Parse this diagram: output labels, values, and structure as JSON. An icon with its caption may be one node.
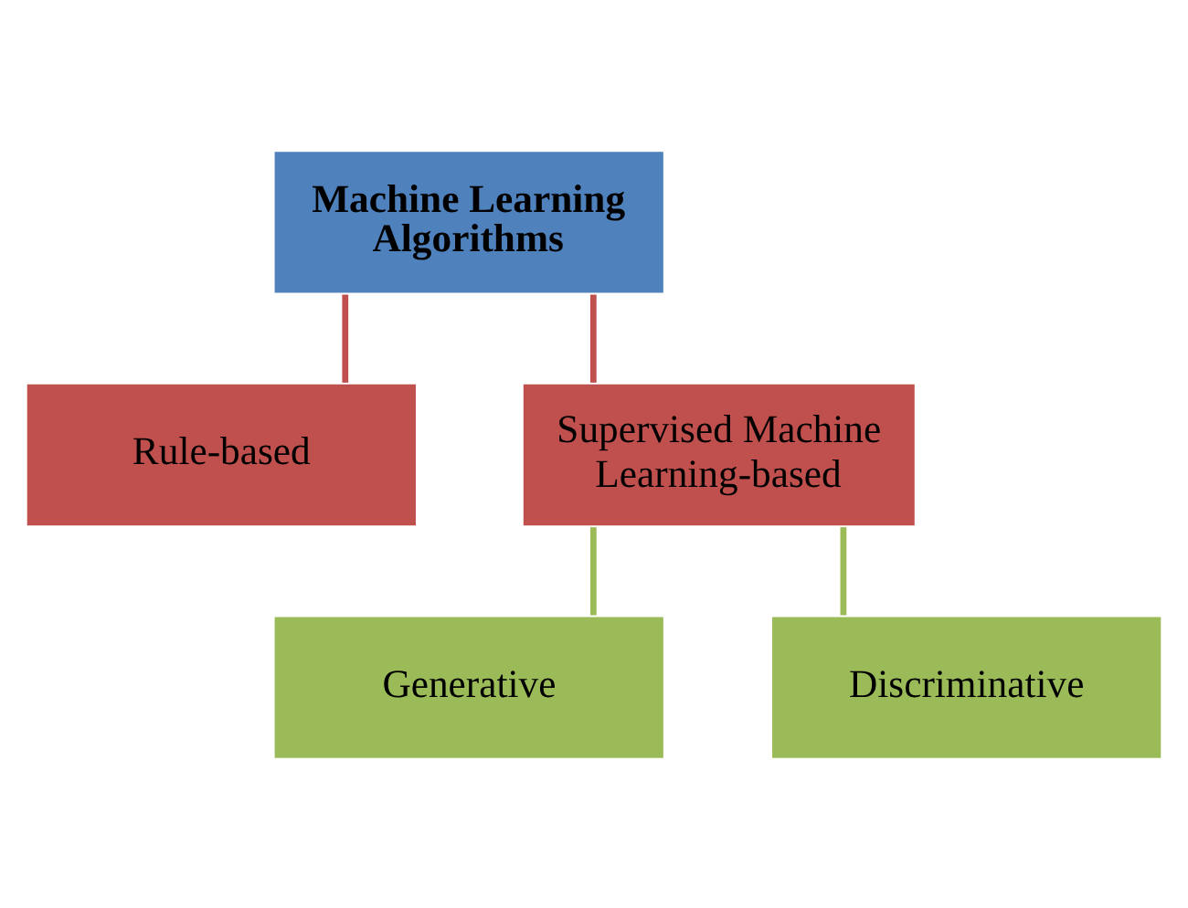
{
  "diagram": {
    "nodes": [
      {
        "text": [
          "Machine Learning Algorithms"
        ]
      },
      {
        "text": [
          "Rule-based"
        ]
      },
      {
        "text": [
          "Supervised Machine Learning-based"
        ]
      },
      {
        "text": [
          "Generative"
        ]
      },
      {
        "text": [
          "Discriminative"
        ]
      }
    ],
    "edges": [
      {
        "from": 0,
        "to": 1,
        "arrow": "none",
        "color": "#c0504d"
      },
      {
        "from": 0,
        "to": 2,
        "arrow": "none",
        "color": "#c0504d"
      },
      {
        "from": 2,
        "to": 3,
        "arrow": "none",
        "color": "#9bbb59"
      },
      {
        "from": 2,
        "to": 4,
        "arrow": "none",
        "color": "#9bbb59"
      }
    ]
  }
}
